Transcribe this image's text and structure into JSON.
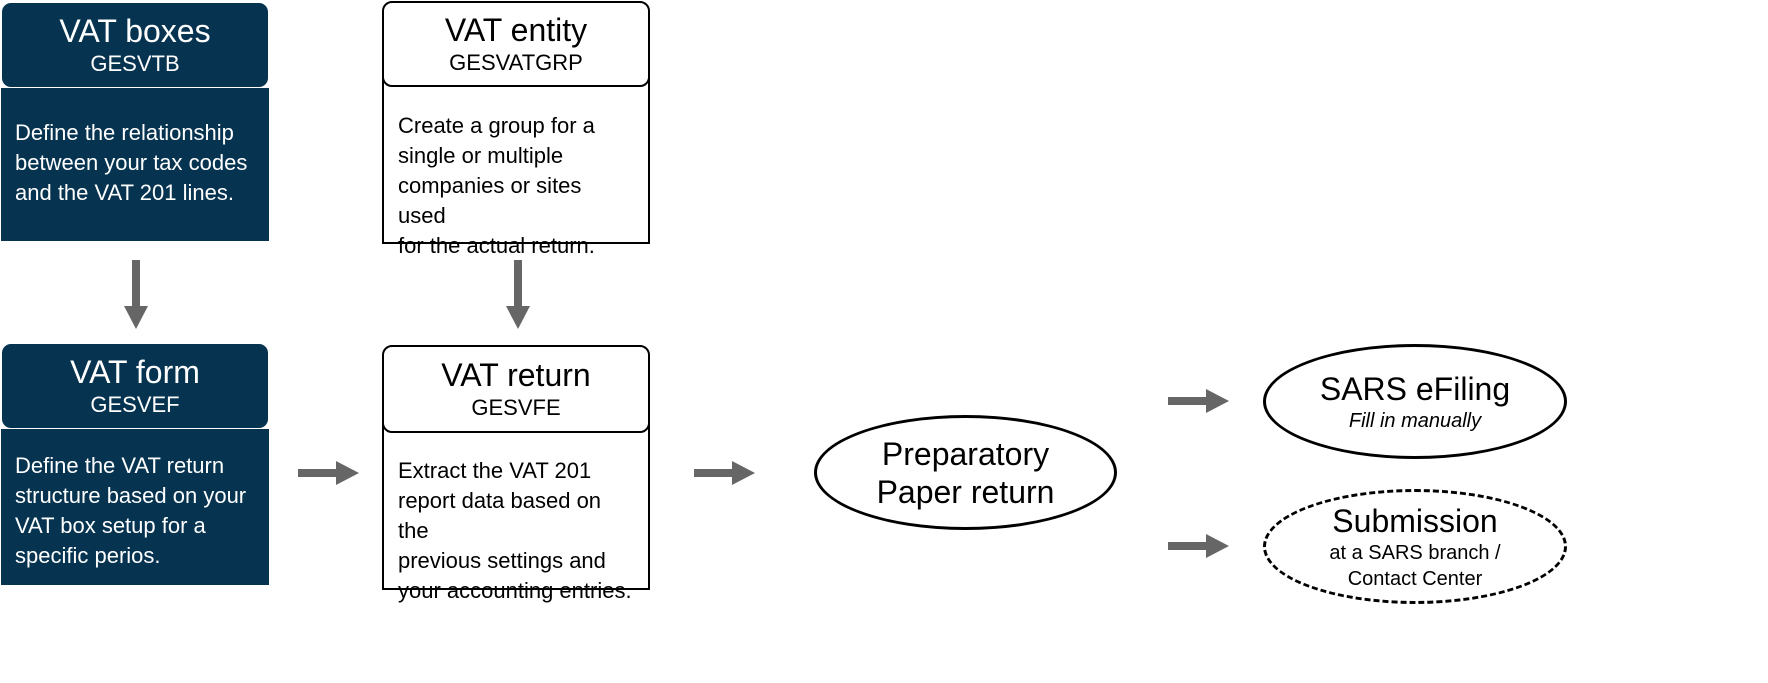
{
  "cards": {
    "vat_boxes": {
      "title": "VAT boxes",
      "code": "GESVTB",
      "lines": [
        "Define the relationship",
        "between your tax codes",
        "and the VAT 201 lines."
      ]
    },
    "vat_entity": {
      "title": "VAT entity",
      "code": "GESVATGRP",
      "lines": [
        "Create a group for a",
        "single or multiple",
        "companies or sites used",
        "for the actual return."
      ]
    },
    "vat_form": {
      "title": "VAT form",
      "code": "GESVEF",
      "lines": [
        "Define the VAT return",
        "structure based on your",
        "VAT box setup for a",
        "specific perios."
      ]
    },
    "vat_return": {
      "title": "VAT return",
      "code": "GESVFE",
      "lines": [
        "Extract the VAT 201",
        "report data based on the",
        "previous settings and",
        "your accounting entries."
      ]
    }
  },
  "ovals": {
    "preparatory": {
      "line1": "Preparatory",
      "line2": "Paper return"
    },
    "sars_efiling": {
      "title": "SARS eFiling",
      "subtitle": "Fill in manually"
    },
    "submission": {
      "title": "Submission",
      "sub1": "at a SARS branch /",
      "sub2": "Contact Center"
    }
  },
  "colors": {
    "dark_card": "#053350",
    "arrow": "#666666"
  }
}
